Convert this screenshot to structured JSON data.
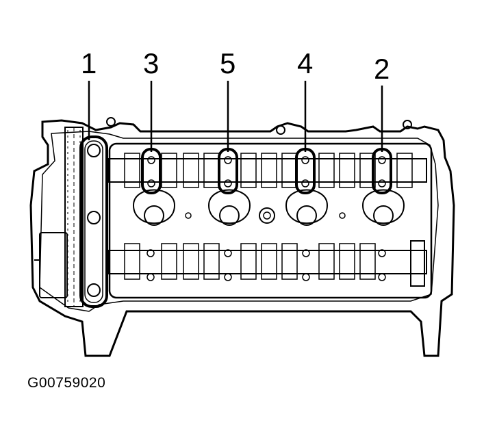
{
  "figure": {
    "code": "G00759020",
    "callouts": [
      {
        "id": "1",
        "label": "1"
      },
      {
        "id": "3",
        "label": "3"
      },
      {
        "id": "5",
        "label": "5"
      },
      {
        "id": "4",
        "label": "4"
      },
      {
        "id": "2",
        "label": "2"
      }
    ]
  }
}
